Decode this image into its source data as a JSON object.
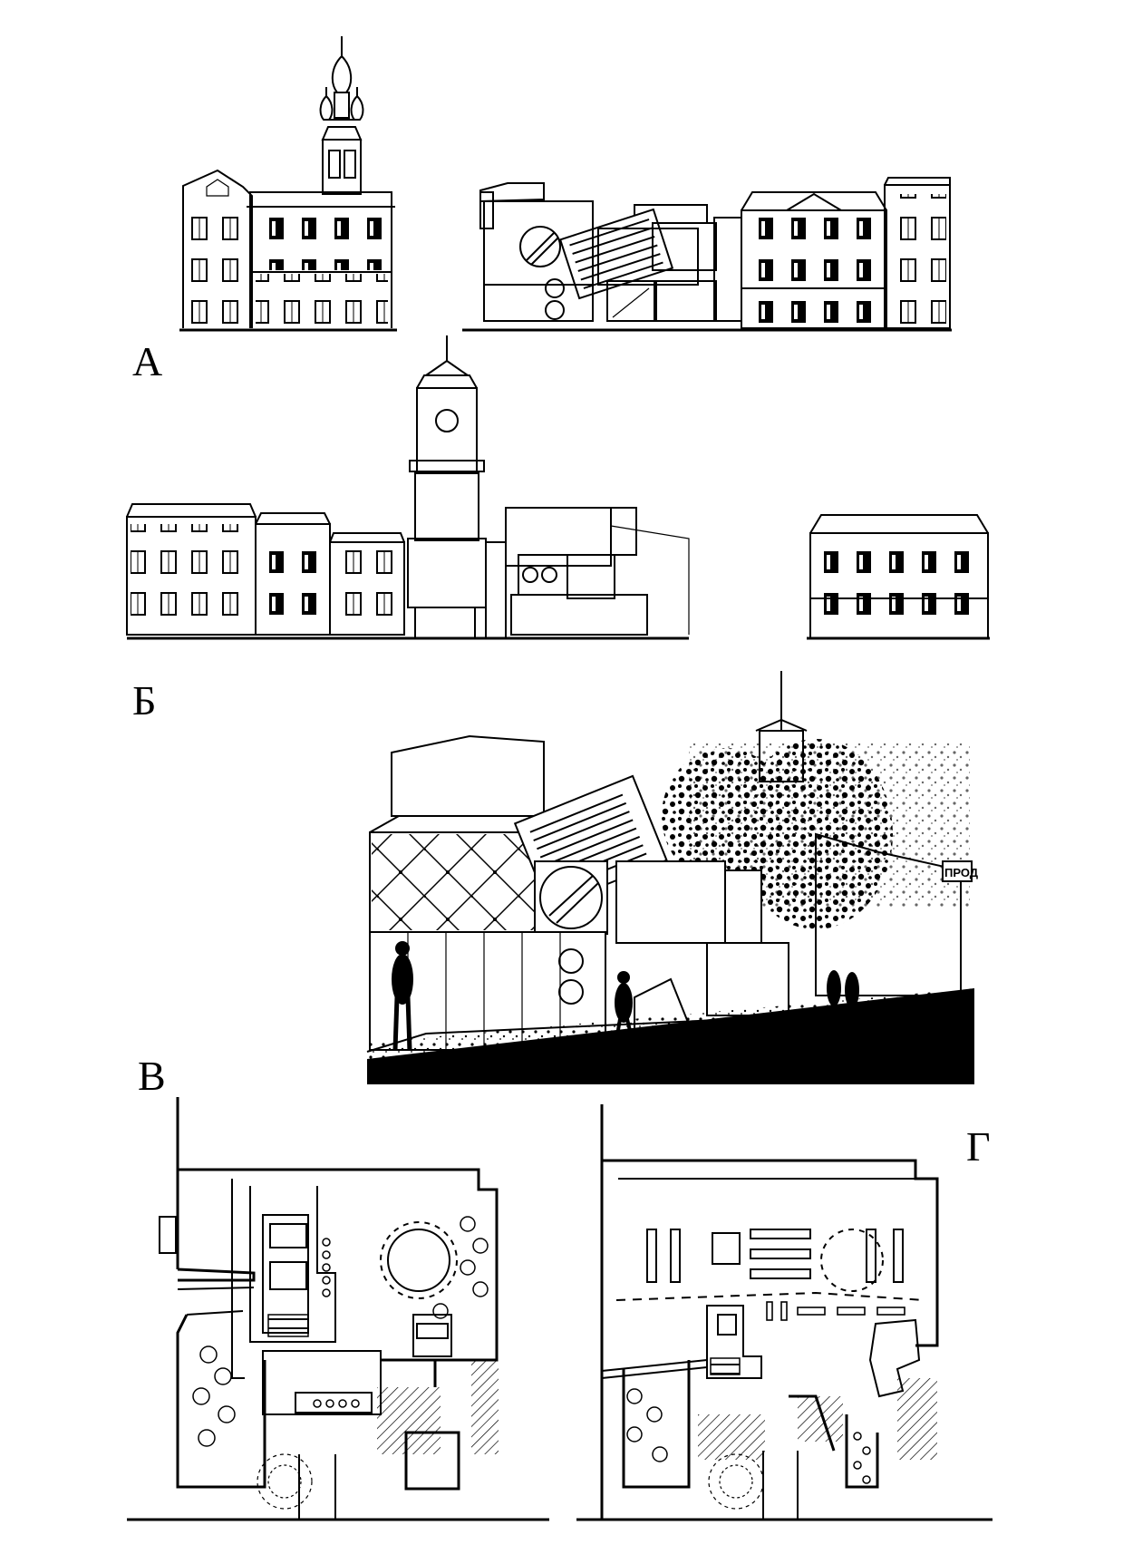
{
  "panels": {
    "a": {
      "label": "А"
    },
    "b": {
      "label": "Б"
    },
    "v": {
      "label": "В",
      "sign_text": "ПРОД"
    },
    "g": {
      "label": "Г"
    }
  },
  "colors": {
    "ink": "#000000",
    "paper": "#ffffff"
  }
}
